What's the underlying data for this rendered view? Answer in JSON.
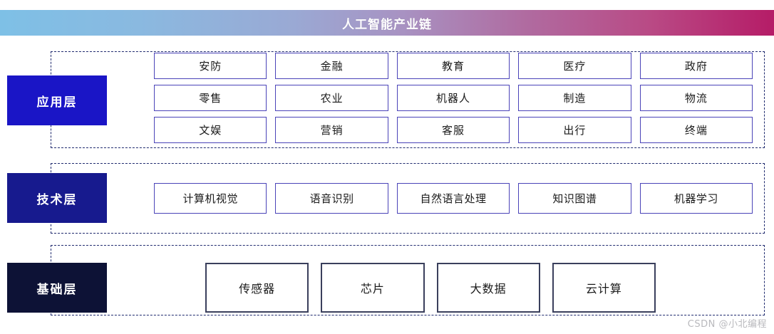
{
  "header": {
    "title": "人工智能产业链",
    "gradient_start": "#7ec0e6",
    "gradient_mid": "#a892c2",
    "gradient_end": "#b51c67"
  },
  "layers": [
    {
      "key": "application",
      "label": "应用层",
      "color": "#1a15c6",
      "rows": [
        [
          "安防",
          "金融",
          "教育",
          "医疗",
          "政府"
        ],
        [
          "零售",
          "农业",
          "机器人",
          "制造",
          "物流"
        ],
        [
          "文娱",
          "营销",
          "客服",
          "出行",
          "终端"
        ]
      ]
    },
    {
      "key": "technology",
      "label": "技术层",
      "color": "#171a8e",
      "rows": [
        [
          "计算机视觉",
          "语音识别",
          "自然语言处理",
          "知识图谱",
          "机器学习"
        ]
      ]
    },
    {
      "key": "foundation",
      "label": "基础层",
      "color": "#0d1236",
      "rows": [
        [
          "传感器",
          "芯片",
          "大数据",
          "云计算"
        ]
      ]
    }
  ],
  "watermark": "CSDN @小北编程",
  "colors": {
    "box_border": "#4a43b8",
    "base_box_border": "#3a3f5c",
    "frame_dashed": "#1f2a6e",
    "background": "#ffffff"
  }
}
